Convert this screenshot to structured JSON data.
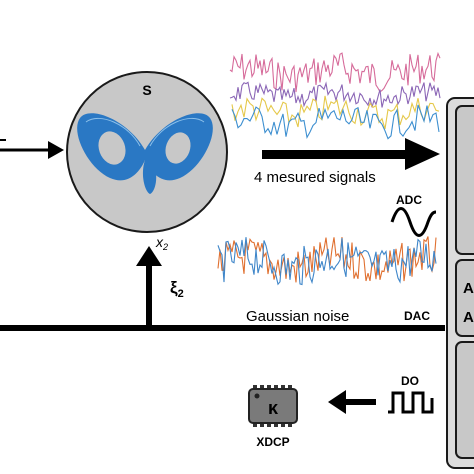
{
  "labels": {
    "system": "S",
    "measured_signals": "4 mesured signals",
    "adc": "ADC",
    "dac": "DAC",
    "do": "DO",
    "gaussian_noise": "Gaussian noise",
    "x2": "x",
    "x2_sub": "2",
    "xi2": "ξ",
    "xi2_sub": "2",
    "xdcp": "XDCP",
    "kappa": "κ",
    "right_panel_middle_top": "A",
    "right_panel_middle_bottom": "A"
  },
  "colors": {
    "attractor": "#2a78c4",
    "system_disc": "#c8c8c8",
    "signal_pink": "#d66b9a",
    "signal_purple": "#8b66b6",
    "signal_yellow": "#e5c84a",
    "signal_blue": "#3d8fd0",
    "noise_orange": "#e07030",
    "noise_blue": "#3f86c9",
    "chip_body": "#7a7a7a",
    "panel_fill": "#c8c8c8"
  },
  "icons": {
    "adc": "sine-wave-icon",
    "do": "square-wave-icon",
    "chip": "chip-icon"
  }
}
